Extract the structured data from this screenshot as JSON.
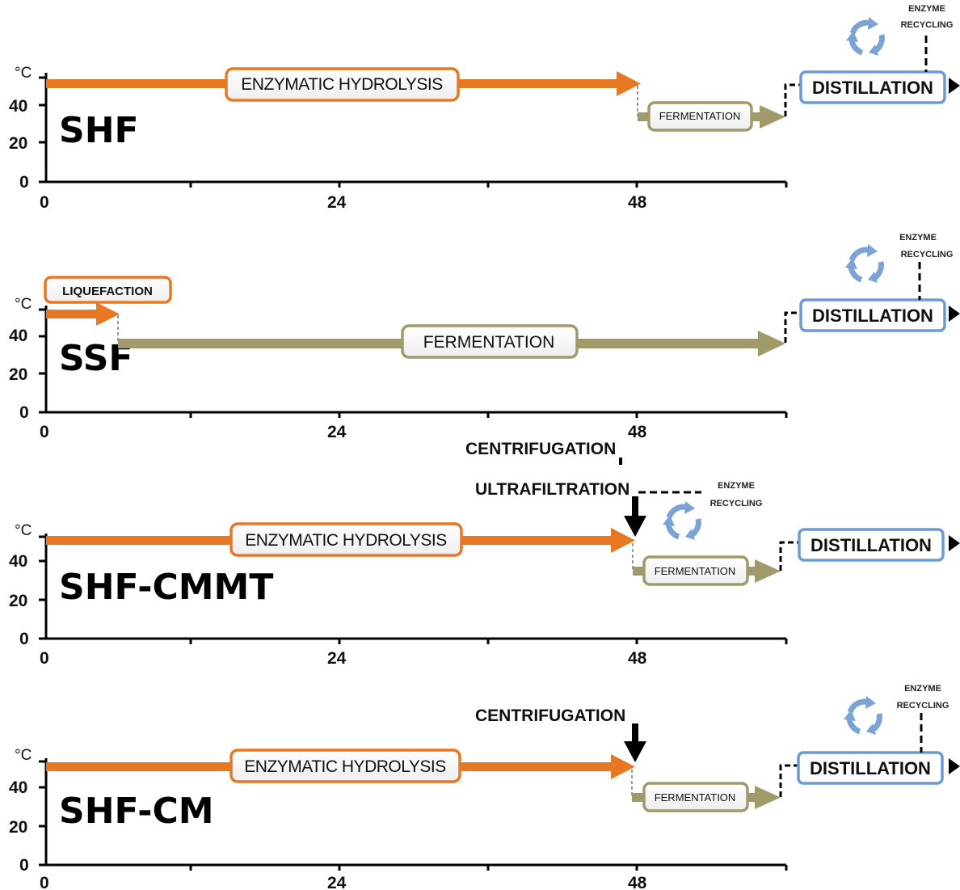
{
  "colors": {
    "hydrolysis": "#E87722",
    "fermentation": "#A09A6A",
    "distillation_border": "#6A9AD8",
    "recycle_icon": "#7BA3D6"
  },
  "axis": {
    "unit": "°C",
    "y_ticks": [
      "40",
      "20",
      "0"
    ],
    "x_ticks": [
      "0",
      "24",
      "48"
    ]
  },
  "panels": [
    {
      "name": "SHF",
      "hydrolysis_label": "ENZYMATIC HYDROLYSIS",
      "fermentation_label": "FERMENTATION",
      "distillation_label": "DISTILLATION",
      "recycling_top": "ENZYME",
      "recycling_bottom": "RECYCLING"
    },
    {
      "name": "SSF",
      "liquefaction_label": "LIQUEFACTION",
      "fermentation_label": "FERMENTATION",
      "distillation_label": "DISTILLATION",
      "recycling_top": "ENZYME",
      "recycling_bottom": "RECYCLING"
    },
    {
      "name": "SHF-CMMT",
      "hydrolysis_label": "ENZYMATIC HYDROLYSIS",
      "fermentation_label": "FERMENTATION",
      "distillation_label": "DISTILLATION",
      "centrifugation_label": "CENTRIFUGATION",
      "ultrafiltration_label": "ULTRAFILTRATION",
      "recycling_top": "ENZYME",
      "recycling_bottom": "RECYCLING"
    },
    {
      "name": "SHF-CM",
      "hydrolysis_label": "ENZYMATIC HYDROLYSIS",
      "fermentation_label": "FERMENTATION",
      "distillation_label": "DISTILLATION",
      "centrifugation_label": "CENTRIFUGATION",
      "recycling_top": "ENZYME",
      "recycling_bottom": "RECYCLING"
    }
  ]
}
